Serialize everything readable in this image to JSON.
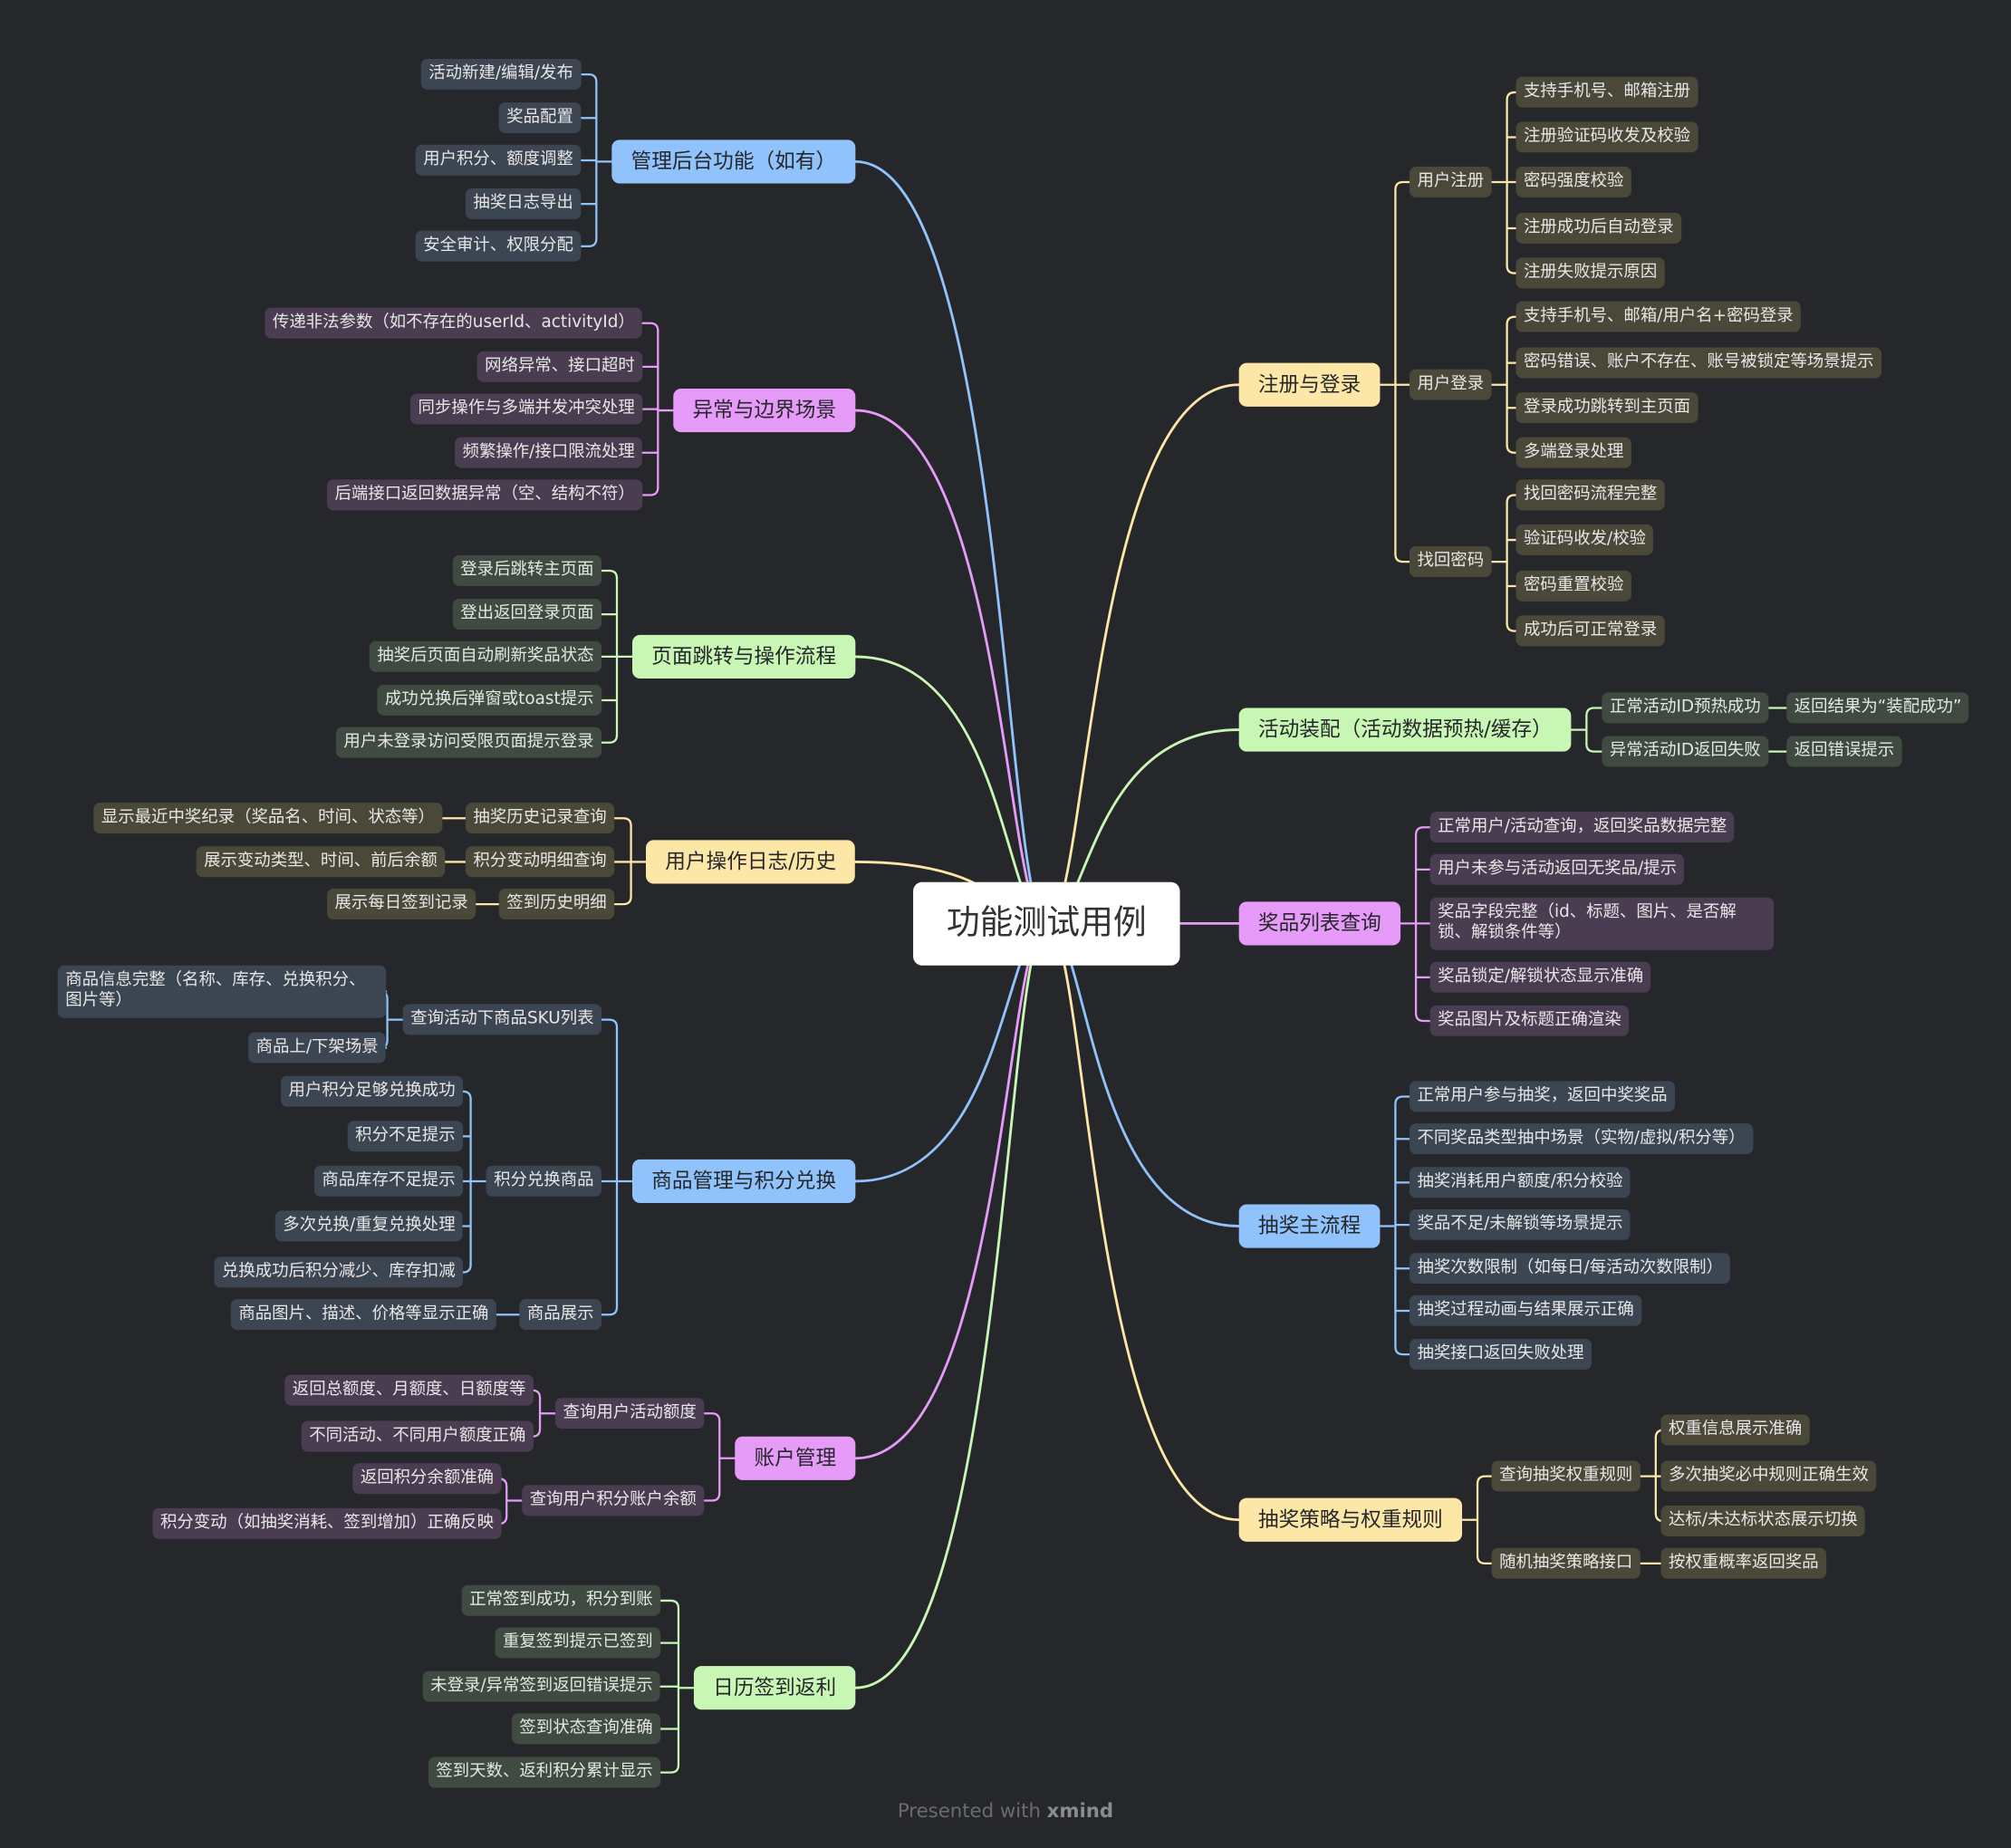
{
  "root": "功能测试用例",
  "footer": {
    "text": "Presented with ",
    "brand": "xmind"
  },
  "colors": {
    "yellow": "#fde7a6",
    "purple": "#e59bf7",
    "green": "#c8f7b5",
    "blue": "#90c3fb",
    "bg": "#26272b",
    "yellowChild": "#4a4839",
    "purpleChild": "#4a3d52",
    "greenChild": "#3f4a41",
    "blueChild": "#3c4552"
  },
  "branches": [
    {
      "label": "注册与登录",
      "side": "R",
      "color": "yellow",
      "children": [
        {
          "label": "用户注册",
          "children": [
            {
              "label": "支持手机号、邮箱注册"
            },
            {
              "label": "注册验证码收发及校验"
            },
            {
              "label": "密码强度校验"
            },
            {
              "label": "注册成功后自动登录"
            },
            {
              "label": "注册失败提示原因"
            }
          ]
        },
        {
          "label": "用户登录",
          "children": [
            {
              "label": "支持手机号、邮箱/用户名+密码登录"
            },
            {
              "label": "密码错误、账户不存在、账号被锁定等场景提示"
            },
            {
              "label": "登录成功跳转到主页面"
            },
            {
              "label": "多端登录处理"
            }
          ]
        },
        {
          "label": "找回密码",
          "children": [
            {
              "label": "找回密码流程完整"
            },
            {
              "label": "验证码收发/校验"
            },
            {
              "label": "密码重置校验"
            },
            {
              "label": "成功后可正常登录"
            }
          ]
        }
      ]
    },
    {
      "label": "活动装配（活动数据预热/缓存）",
      "side": "R",
      "color": "green",
      "children": [
        {
          "label": "正常活动ID预热成功",
          "children": [
            {
              "label": "返回结果为“装配成功”"
            }
          ]
        },
        {
          "label": "异常活动ID返回失败",
          "children": [
            {
              "label": "返回错误提示"
            }
          ]
        }
      ]
    },
    {
      "label": "奖品列表查询",
      "side": "R",
      "color": "purple",
      "children": [
        {
          "label": "正常用户/活动查询，返回奖品数据完整"
        },
        {
          "label": "用户未参与活动返回无奖品/提示"
        },
        {
          "label": "奖品字段完整（id、标题、图片、是否解锁、解锁条件等）"
        },
        {
          "label": "奖品锁定/解锁状态显示准确"
        },
        {
          "label": "奖品图片及标题正确渲染"
        }
      ]
    },
    {
      "label": "抽奖主流程",
      "side": "R",
      "color": "blue",
      "children": [
        {
          "label": "正常用户参与抽奖，返回中奖奖品"
        },
        {
          "label": "不同奖品类型抽中场景（实物/虚拟/积分等）"
        },
        {
          "label": "抽奖消耗用户额度/积分校验"
        },
        {
          "label": "奖品不足/未解锁等场景提示"
        },
        {
          "label": "抽奖次数限制（如每日/每活动次数限制）"
        },
        {
          "label": "抽奖过程动画与结果展示正确"
        },
        {
          "label": "抽奖接口返回失败处理"
        }
      ]
    },
    {
      "label": "抽奖策略与权重规则",
      "side": "R",
      "color": "yellow",
      "children": [
        {
          "label": "查询抽奖权重规则",
          "children": [
            {
              "label": "权重信息展示准确"
            },
            {
              "label": "多次抽奖必中规则正确生效"
            },
            {
              "label": "达标/未达标状态展示切换"
            }
          ]
        },
        {
          "label": "随机抽奖策略接口",
          "children": [
            {
              "label": "按权重概率返回奖品"
            }
          ]
        }
      ]
    },
    {
      "label": "管理后台功能（如有）",
      "side": "L",
      "color": "blue",
      "children": [
        {
          "label": "活动新建/编辑/发布"
        },
        {
          "label": "奖品配置"
        },
        {
          "label": "用户积分、额度调整"
        },
        {
          "label": "抽奖日志导出"
        },
        {
          "label": "安全审计、权限分配"
        }
      ]
    },
    {
      "label": "异常与边界场景",
      "side": "L",
      "color": "purple",
      "children": [
        {
          "label": "传递非法参数（如不存在的userId、activityId）"
        },
        {
          "label": "网络异常、接口超时"
        },
        {
          "label": "同步操作与多端并发冲突处理"
        },
        {
          "label": "频繁操作/接口限流处理"
        },
        {
          "label": "后端接口返回数据异常（空、结构不符）"
        }
      ]
    },
    {
      "label": "页面跳转与操作流程",
      "side": "L",
      "color": "green",
      "children": [
        {
          "label": "登录后跳转主页面"
        },
        {
          "label": "登出返回登录页面"
        },
        {
          "label": "抽奖后页面自动刷新奖品状态"
        },
        {
          "label": "成功兑换后弹窗或toast提示"
        },
        {
          "label": "用户未登录访问受限页面提示登录"
        }
      ]
    },
    {
      "label": "用户操作日志/历史",
      "side": "L",
      "color": "yellow",
      "children": [
        {
          "label": "抽奖历史记录查询",
          "children": [
            {
              "label": "显示最近中奖纪录（奖品名、时间、状态等）"
            }
          ]
        },
        {
          "label": "积分变动明细查询",
          "children": [
            {
              "label": "展示变动类型、时间、前后余额"
            }
          ]
        },
        {
          "label": "签到历史明细",
          "children": [
            {
              "label": "展示每日签到记录"
            }
          ]
        }
      ]
    },
    {
      "label": "商品管理与积分兑换",
      "side": "L",
      "color": "blue",
      "children": [
        {
          "label": "查询活动下商品SKU列表",
          "children": [
            {
              "label": "商品信息完整（名称、库存、兑换积分、图片等）"
            },
            {
              "label": "商品上/下架场景"
            }
          ]
        },
        {
          "label": "积分兑换商品",
          "children": [
            {
              "label": "用户积分足够兑换成功"
            },
            {
              "label": "积分不足提示"
            },
            {
              "label": "商品库存不足提示"
            },
            {
              "label": "多次兑换/重复兑换处理"
            },
            {
              "label": "兑换成功后积分减少、库存扣减"
            }
          ]
        },
        {
          "label": "商品展示",
          "children": [
            {
              "label": "商品图片、描述、价格等显示正确"
            }
          ]
        }
      ]
    },
    {
      "label": "账户管理",
      "side": "L",
      "color": "purple",
      "children": [
        {
          "label": "查询用户活动额度",
          "children": [
            {
              "label": "返回总额度、月额度、日额度等"
            },
            {
              "label": "不同活动、不同用户额度正确"
            }
          ]
        },
        {
          "label": "查询用户积分账户余额",
          "children": [
            {
              "label": "返回积分余额准确"
            },
            {
              "label": "积分变动（如抽奖消耗、签到增加）正确反映"
            }
          ]
        }
      ]
    },
    {
      "label": "日历签到返利",
      "side": "L",
      "color": "green",
      "children": [
        {
          "label": "正常签到成功，积分到账"
        },
        {
          "label": "重复签到提示已签到"
        },
        {
          "label": "未登录/异常签到返回错误提示"
        },
        {
          "label": "签到状态查询准确"
        },
        {
          "label": "签到天数、返利积分累计显示"
        }
      ]
    }
  ]
}
